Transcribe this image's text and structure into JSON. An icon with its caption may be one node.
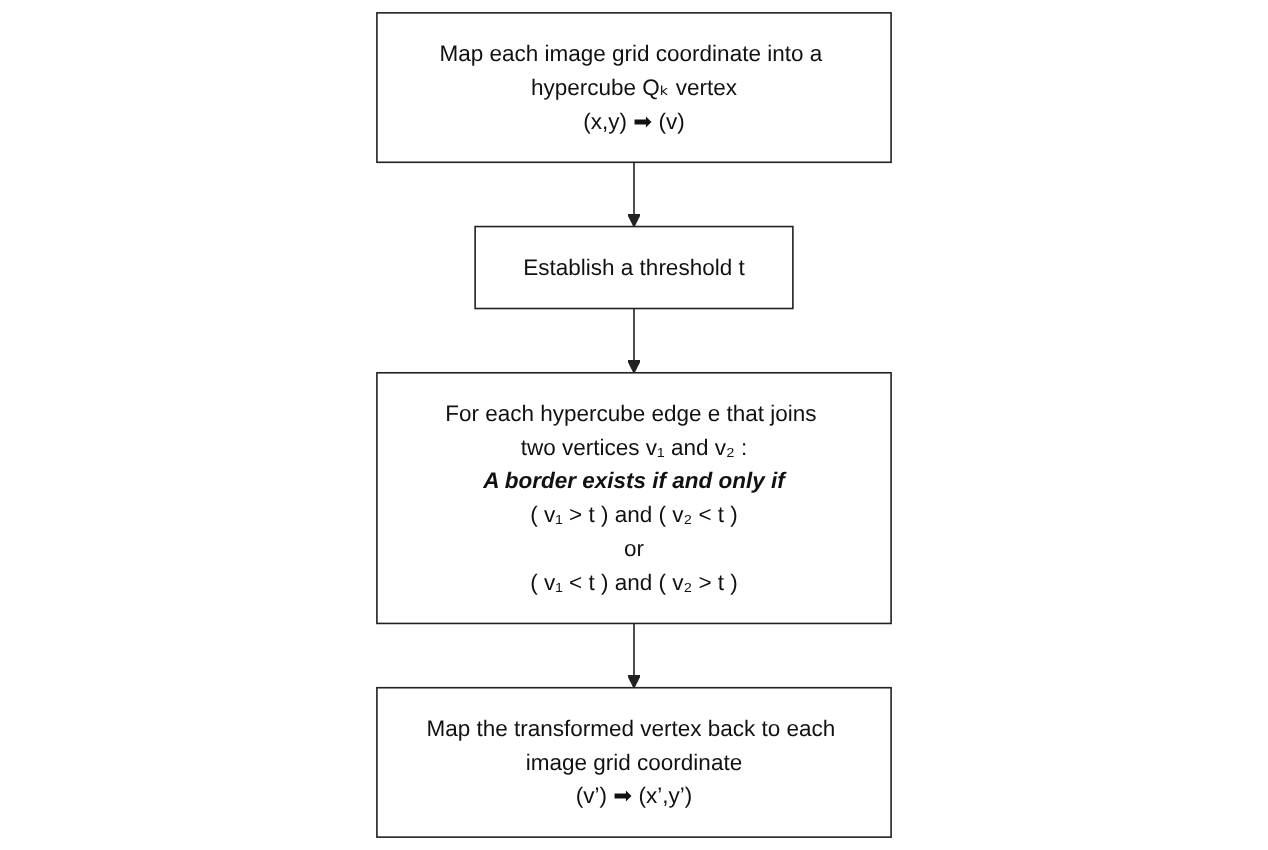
{
  "diagram": {
    "nodes": [
      {
        "text": [
          "Map each image grid coordinate into a hypercube Qₖ vertex",
          "(x,y) ➡ (v)"
        ]
      },
      {
        "text": [
          "Establish a threshold t"
        ]
      },
      {
        "text": [
          "For each hypercube edge e that joins two vertices v₁ and v₂ :",
          "A border exists if and only if",
          "( v₁ > t ) and ( v₂ < t )",
          "or",
          "( v₁ < t ) and ( v₂ > t )"
        ]
      },
      {
        "text": [
          "Map the transformed vertex back to each image grid coordinate",
          "(v’) ➡ (x’,y’)"
        ]
      }
    ],
    "edges": [
      {
        "from": 0,
        "to": 1,
        "arrow": "to"
      },
      {
        "from": 1,
        "to": 2,
        "arrow": "to"
      },
      {
        "from": 2,
        "to": 3,
        "arrow": "to"
      }
    ]
  }
}
